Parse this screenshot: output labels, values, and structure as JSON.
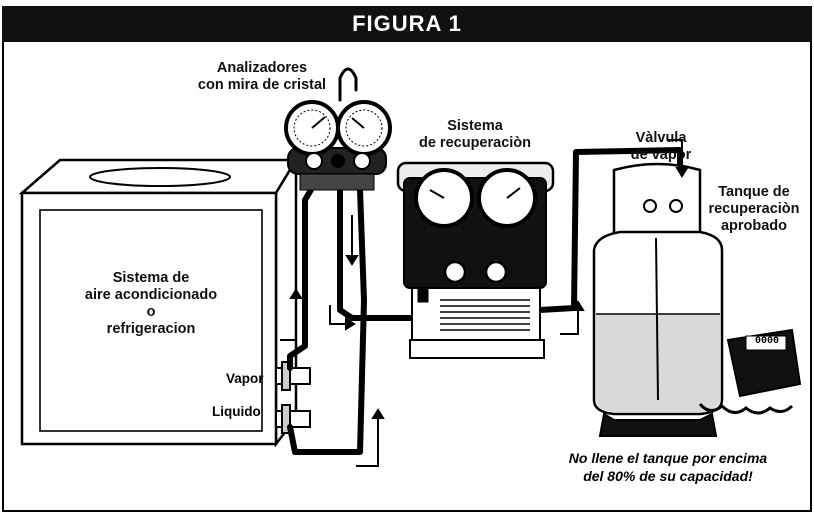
{
  "figure": {
    "title": "FIGURA 1",
    "colors": {
      "title_bar": "#111111",
      "liquid": "#d9d9d9",
      "line": "#000000"
    }
  },
  "labels": {
    "manifold": "Analizadores\ncon mira de cristal",
    "recovery_system": "Sistema\nde recuperaciòn",
    "vapor_valve": "Vàlvula\nde vapor",
    "tank": "Tanque de\nrecuperaciòn\naprobado",
    "ac_system": "Sistema de\naire acondicionado\no\nrefrigeracion",
    "vapor_port": "Vapor",
    "liquid_port": "Liquido",
    "warning": "No llene el tanque por encima\ndel 80% de su capacidad!",
    "scale_display": "0000"
  },
  "icons": [
    "gauge-icon",
    "valve-icon",
    "flow-arrow-icon",
    "scale-icon"
  ]
}
